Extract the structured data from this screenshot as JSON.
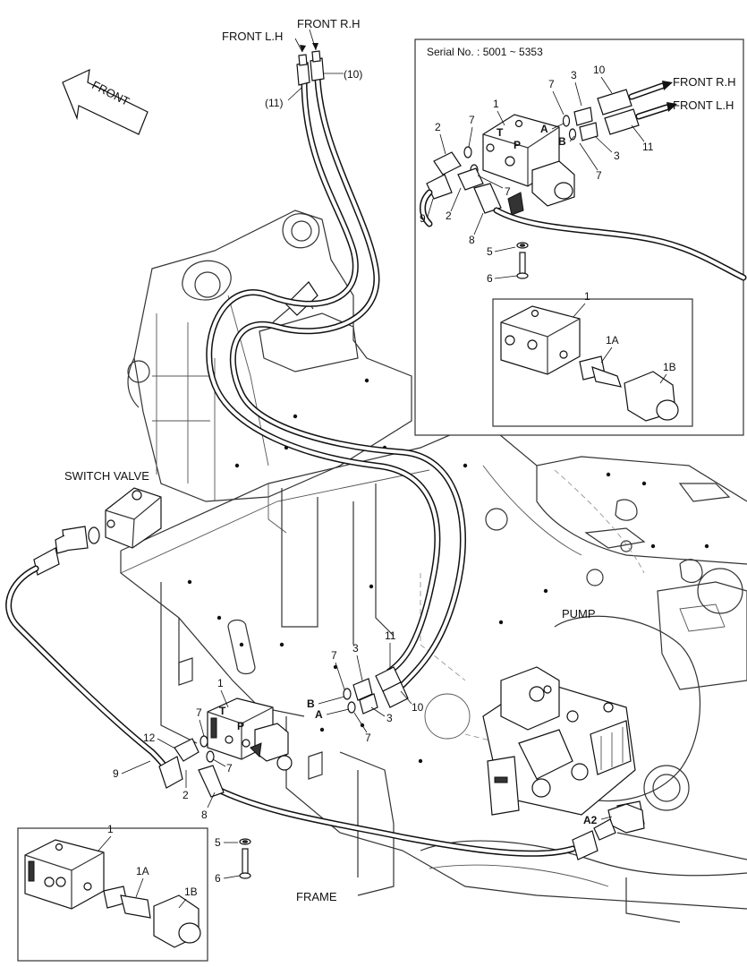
{
  "directions": {
    "front": "FRONT",
    "front_rh": "FRONT R.H",
    "front_lh": "FRONT L.H"
  },
  "titles": {
    "switch_valve": "SWITCH VALVE",
    "pump": "PUMP",
    "frame": "FRAME"
  },
  "inset_top": {
    "serial": "Serial No. : 5001 ~ 5353",
    "front_rh": "FRONT R.H",
    "front_lh": "FRONT L.H"
  },
  "port_labels": {
    "A": "A",
    "B": "B",
    "T": "T",
    "P": "P",
    "A2": "A2"
  },
  "callouts": {
    "c1": "1",
    "c1A": "1A",
    "c1B": "1B",
    "c2": "2",
    "c3": "3",
    "c5": "5",
    "c6": "6",
    "c7": "7",
    "c8": "8",
    "c9": "9",
    "c10": "10",
    "c11": "11",
    "c12": "12",
    "c10p": "(10)",
    "c11p": "(11)"
  },
  "colors": {
    "line": "#111111",
    "frame_line": "#555555",
    "background": "#ffffff"
  }
}
